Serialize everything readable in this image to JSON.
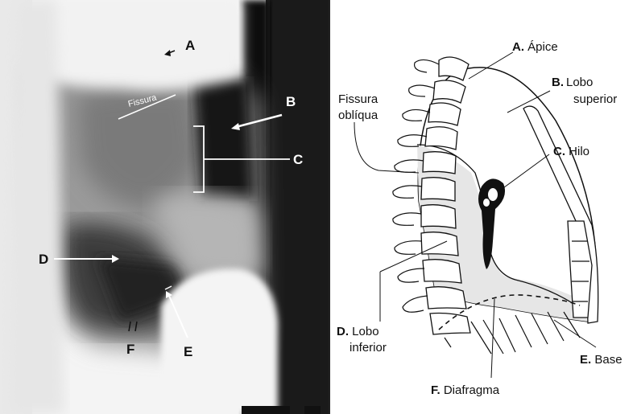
{
  "xray": {
    "fissure_label": "Fissura",
    "labels": {
      "a": "A",
      "b": "B",
      "c": "C",
      "d": "D",
      "e": "E",
      "f": "F"
    }
  },
  "diagram": {
    "apex": {
      "letter": "A.",
      "text": "Ápice"
    },
    "upper_lobe": {
      "letter": "B.",
      "line1": "Lobo",
      "line2": "superior"
    },
    "hilum": {
      "letter": "C.",
      "text": "Hilo"
    },
    "lower_lobe": {
      "letter": "D.",
      "line1": "Lobo",
      "line2": "inferior"
    },
    "base": {
      "letter": "E.",
      "text": "Base"
    },
    "diaphragm": {
      "letter": "F.",
      "text": "Diafragma"
    },
    "oblique_fissure": {
      "line1": "Fissura",
      "line2": "oblíqua"
    }
  }
}
